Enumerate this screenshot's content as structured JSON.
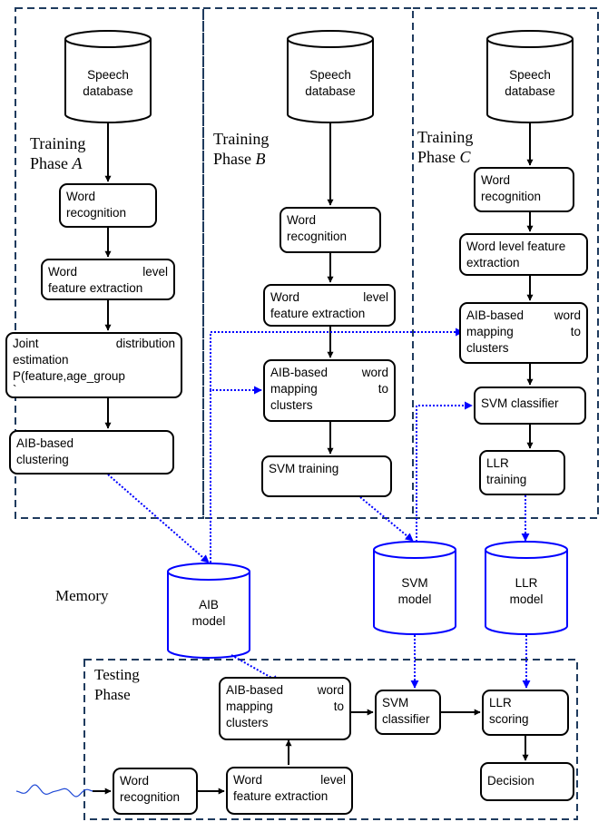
{
  "colors": {
    "stroke": "#000000",
    "dashed_frame": "#1f3b5e",
    "dotted_link": "#0000ff",
    "waveform": "#1f49d6"
  },
  "phases": {
    "a": {
      "word": "Training",
      "prefix": "Phase",
      "letter": "A"
    },
    "b": {
      "word": "Training",
      "prefix": "Phase",
      "letter": "B"
    },
    "c": {
      "word": "Training",
      "prefix": "Phase",
      "letter": "C"
    },
    "testing": {
      "line1": "Testing",
      "line2": "Phase"
    }
  },
  "memory_label": "Memory",
  "databases": {
    "a": [
      "Speech",
      "database"
    ],
    "b": [
      "Speech",
      "database"
    ],
    "c": [
      "Speech",
      "database"
    ]
  },
  "models": {
    "aib": [
      "AIB",
      "model"
    ],
    "svm": [
      "SVM",
      "model"
    ],
    "llr": [
      "LLR",
      "model"
    ]
  },
  "phase_a": {
    "word_recognition": [
      "Word",
      "recognition"
    ],
    "feature_extraction": [
      "Word level",
      "feature extraction"
    ],
    "joint_distribution": [
      "Joint distribution",
      "estimation",
      "P(feature,age_group",
      "`"
    ],
    "aib_clustering": [
      "AIB-based",
      "clustering"
    ]
  },
  "phase_b": {
    "word_recognition": [
      "Word",
      "recognition"
    ],
    "feature_extraction": [
      "Word level",
      "feature extraction"
    ],
    "aib_mapping": [
      "AIB-based word",
      "mapping to",
      "clusters"
    ],
    "svm_training": [
      "SVM training"
    ]
  },
  "phase_c": {
    "word_recognition": [
      "Word",
      "recognition"
    ],
    "feature_extraction": [
      "Word level feature",
      "extraction"
    ],
    "aib_mapping": [
      "AIB-based word",
      "mapping to",
      "clusters"
    ],
    "svm_classifier": [
      "SVM classifier"
    ],
    "llr_training": [
      "LLR",
      "training"
    ]
  },
  "testing": {
    "word_recognition": [
      "Word",
      "recognition"
    ],
    "feature_extraction": [
      "Word level",
      "feature extraction"
    ],
    "aib_mapping": [
      "AIB-based word",
      "mapping to",
      "clusters"
    ],
    "svm_classifier": [
      "SVM",
      "classifier"
    ],
    "llr_scoring": [
      "LLR",
      "scoring"
    ],
    "decision": [
      "Decision"
    ]
  }
}
